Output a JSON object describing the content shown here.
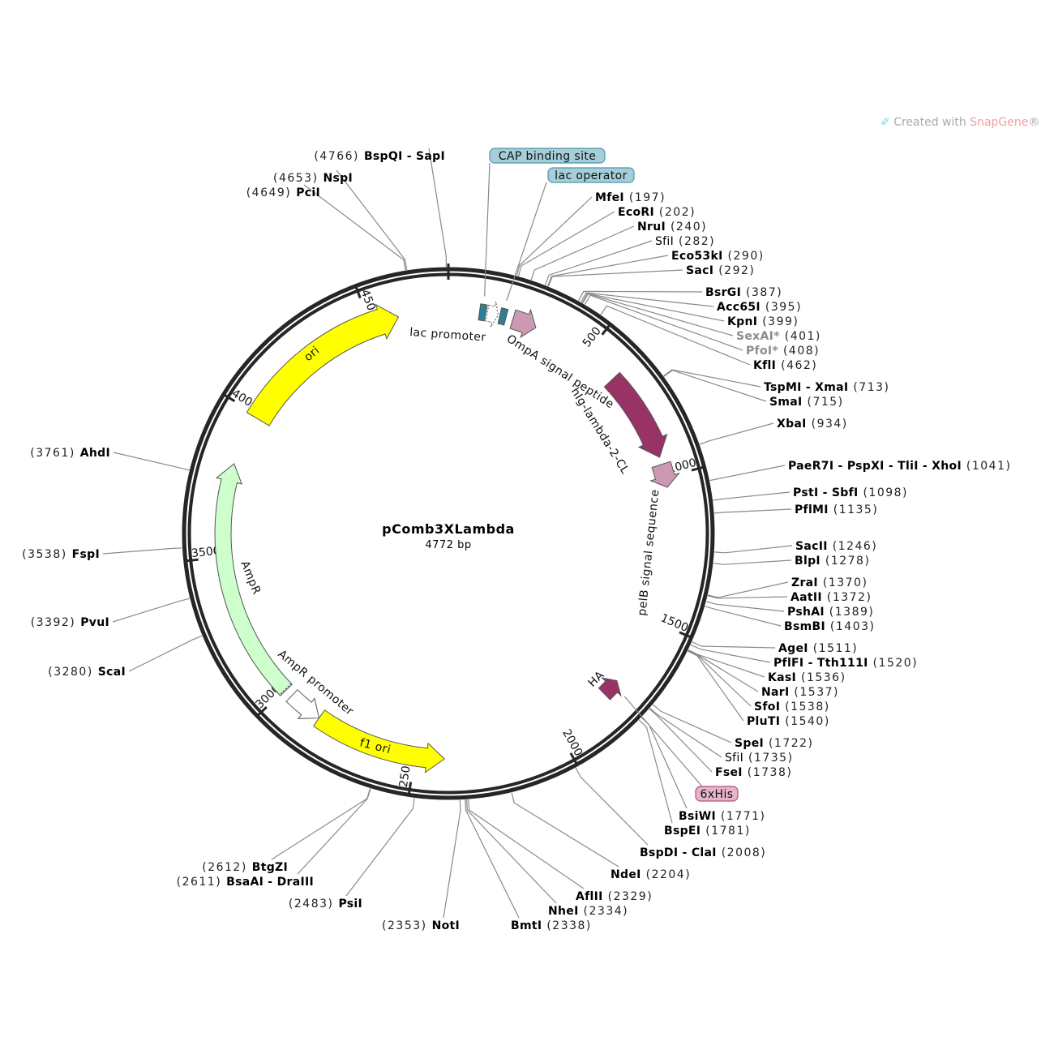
{
  "watermark": {
    "prefix": "Created with ",
    "brand": "SnapGene",
    "suffix": "®"
  },
  "plasmid": {
    "name": "pComb3XLambda",
    "length_label": "4772 bp",
    "length": 4772
  },
  "ticks": [
    {
      "bp": 500,
      "label": "500"
    },
    {
      "bp": 1000,
      "label": "1000"
    },
    {
      "bp": 1500,
      "label": "1500"
    },
    {
      "bp": 2000,
      "label": "2000"
    },
    {
      "bp": 2500,
      "label": "2500"
    },
    {
      "bp": 3000,
      "label": "3000"
    },
    {
      "bp": 3500,
      "label": "3500"
    },
    {
      "bp": 4000,
      "label": "4000"
    },
    {
      "bp": 4500,
      "label": "4500"
    }
  ],
  "features": [
    {
      "name": "ori",
      "start": 3990,
      "end": 4600,
      "direction": 1,
      "color": "#ffff00"
    },
    {
      "name": "AmpR",
      "start": 2996,
      "end": 3818,
      "direction": 1,
      "color": "#ccffcc"
    },
    {
      "name": "AmpR promoter",
      "start": 2850,
      "end": 2969,
      "direction": -1,
      "color": "#ffffff"
    },
    {
      "name": "f1 ori",
      "start": 2399,
      "end": 2850,
      "direction": -1,
      "color": "#ffff00"
    },
    {
      "name": "CAP binding site",
      "start": 106,
      "end": 128,
      "direction": 0,
      "color": "#2e7f95"
    },
    {
      "name": "lac promoter",
      "start": 133,
      "end": 170,
      "direction": 1,
      "color": "#ffffff"
    },
    {
      "name": "lac operator",
      "start": 176,
      "end": 198,
      "direction": 0,
      "color": "#2e7f95"
    },
    {
      "name": "OmpA signal peptide",
      "start": 222,
      "end": 305,
      "direction": 1,
      "color": "#cc99b3"
    },
    {
      "name": "hIg-lambda-2-CL",
      "start": 620,
      "end": 930,
      "direction": 1,
      "color": "#993366"
    },
    {
      "name": "pelB signal sequence",
      "start": 955,
      "end": 1035,
      "direction": 1,
      "color": "#cc99b3"
    },
    {
      "name": "HA",
      "start": 1738,
      "end": 1800,
      "direction": -1,
      "color": "#993366"
    }
  ],
  "callouts": [
    {
      "label": "CAP binding site",
      "bp": 115,
      "color": "#a6ced9",
      "border": "#4a97ad"
    },
    {
      "label": "lac operator",
      "bp": 186,
      "color": "#a6ced9",
      "border": "#4a97ad"
    },
    {
      "label": "6xHis",
      "bp": 1760,
      "color": "#e6b3c9",
      "border": "#b3507f"
    }
  ],
  "enzymes": [
    {
      "name": "MfeI",
      "pos": "197",
      "style": "bold"
    },
    {
      "name": "EcoRI",
      "pos": "202",
      "style": "bold"
    },
    {
      "name": "NruI",
      "pos": "240",
      "style": "bold"
    },
    {
      "name": "SfiI",
      "pos": "282",
      "style": "normal"
    },
    {
      "name": "Eco53kI",
      "pos": "290",
      "style": "bold"
    },
    {
      "name": "SacI",
      "pos": "292",
      "style": "bold"
    },
    {
      "name": "BsrGI",
      "pos": "387",
      "style": "bold"
    },
    {
      "name": "Acc65I",
      "pos": "395",
      "style": "bold"
    },
    {
      "name": "KpnI",
      "pos": "399",
      "style": "bold"
    },
    {
      "name": "SexAI*",
      "pos": "401",
      "style": "gray"
    },
    {
      "name": "PfoI*",
      "pos": "408",
      "style": "gray"
    },
    {
      "name": "KflI",
      "pos": "462",
      "style": "bold"
    },
    {
      "name": "TspMI - XmaI",
      "pos": "713",
      "style": "bold"
    },
    {
      "name": "SmaI",
      "pos": "715",
      "style": "bold"
    },
    {
      "name": "XbaI",
      "pos": "934",
      "style": "bold"
    },
    {
      "name": "PaeR7I - PspXI - TliI - XhoI",
      "pos": "1041",
      "style": "bold"
    },
    {
      "name": "PstI - SbfI",
      "pos": "1098",
      "style": "bold"
    },
    {
      "name": "PflMI",
      "pos": "1135",
      "style": "bold"
    },
    {
      "name": "SacII",
      "pos": "1246",
      "style": "bold"
    },
    {
      "name": "BlpI",
      "pos": "1278",
      "style": "bold"
    },
    {
      "name": "ZraI",
      "pos": "1370",
      "style": "bold"
    },
    {
      "name": "AatII",
      "pos": "1372",
      "style": "bold"
    },
    {
      "name": "PshAI",
      "pos": "1389",
      "style": "bold"
    },
    {
      "name": "BsmBI",
      "pos": "1403",
      "style": "bold"
    },
    {
      "name": "AgeI",
      "pos": "1511",
      "style": "bold"
    },
    {
      "name": "PflFI - Tth111I",
      "pos": "1520",
      "style": "bold"
    },
    {
      "name": "KasI",
      "pos": "1536",
      "style": "bold"
    },
    {
      "name": "NarI",
      "pos": "1537",
      "style": "bold"
    },
    {
      "name": "SfoI",
      "pos": "1538",
      "style": "bold"
    },
    {
      "name": "PluTI",
      "pos": "1540",
      "style": "bold"
    },
    {
      "name": "SpeI",
      "pos": "1722",
      "style": "bold"
    },
    {
      "name": "SfiI",
      "pos": "1735",
      "style": "normal"
    },
    {
      "name": "FseI",
      "pos": "1738",
      "style": "bold"
    },
    {
      "name": "BsiWI",
      "pos": "1771",
      "style": "bold"
    },
    {
      "name": "BspEI",
      "pos": "1781",
      "style": "bold"
    },
    {
      "name": "BspDI - ClaI",
      "pos": "2008",
      "style": "bold"
    },
    {
      "name": "NdeI",
      "pos": "2204",
      "style": "bold"
    },
    {
      "name": "AflII",
      "pos": "2329",
      "style": "bold"
    },
    {
      "name": "NheI",
      "pos": "2334",
      "style": "bold"
    },
    {
      "name": "BmtI",
      "pos": "2338",
      "style": "bold"
    },
    {
      "name": "NotI",
      "pos": "2353",
      "style": "bold"
    },
    {
      "name": "PsiI",
      "pos": "2483",
      "style": "bold"
    },
    {
      "name": "BsaAI - DraIII",
      "pos": "2611",
      "style": "bold"
    },
    {
      "name": "BtgZI",
      "pos": "2612",
      "style": "bold"
    },
    {
      "name": "ScaI",
      "pos": "3280",
      "style": "bold"
    },
    {
      "name": "PvuI",
      "pos": "3392",
      "style": "bold"
    },
    {
      "name": "FspI",
      "pos": "3538",
      "style": "bold"
    },
    {
      "name": "AhdI",
      "pos": "3761",
      "style": "bold"
    },
    {
      "name": "PciI",
      "pos": "4649",
      "style": "bold"
    },
    {
      "name": "NspI",
      "pos": "4653",
      "style": "bold"
    },
    {
      "name": "BspQI - SapI",
      "pos": "4766",
      "style": "bold"
    }
  ]
}
